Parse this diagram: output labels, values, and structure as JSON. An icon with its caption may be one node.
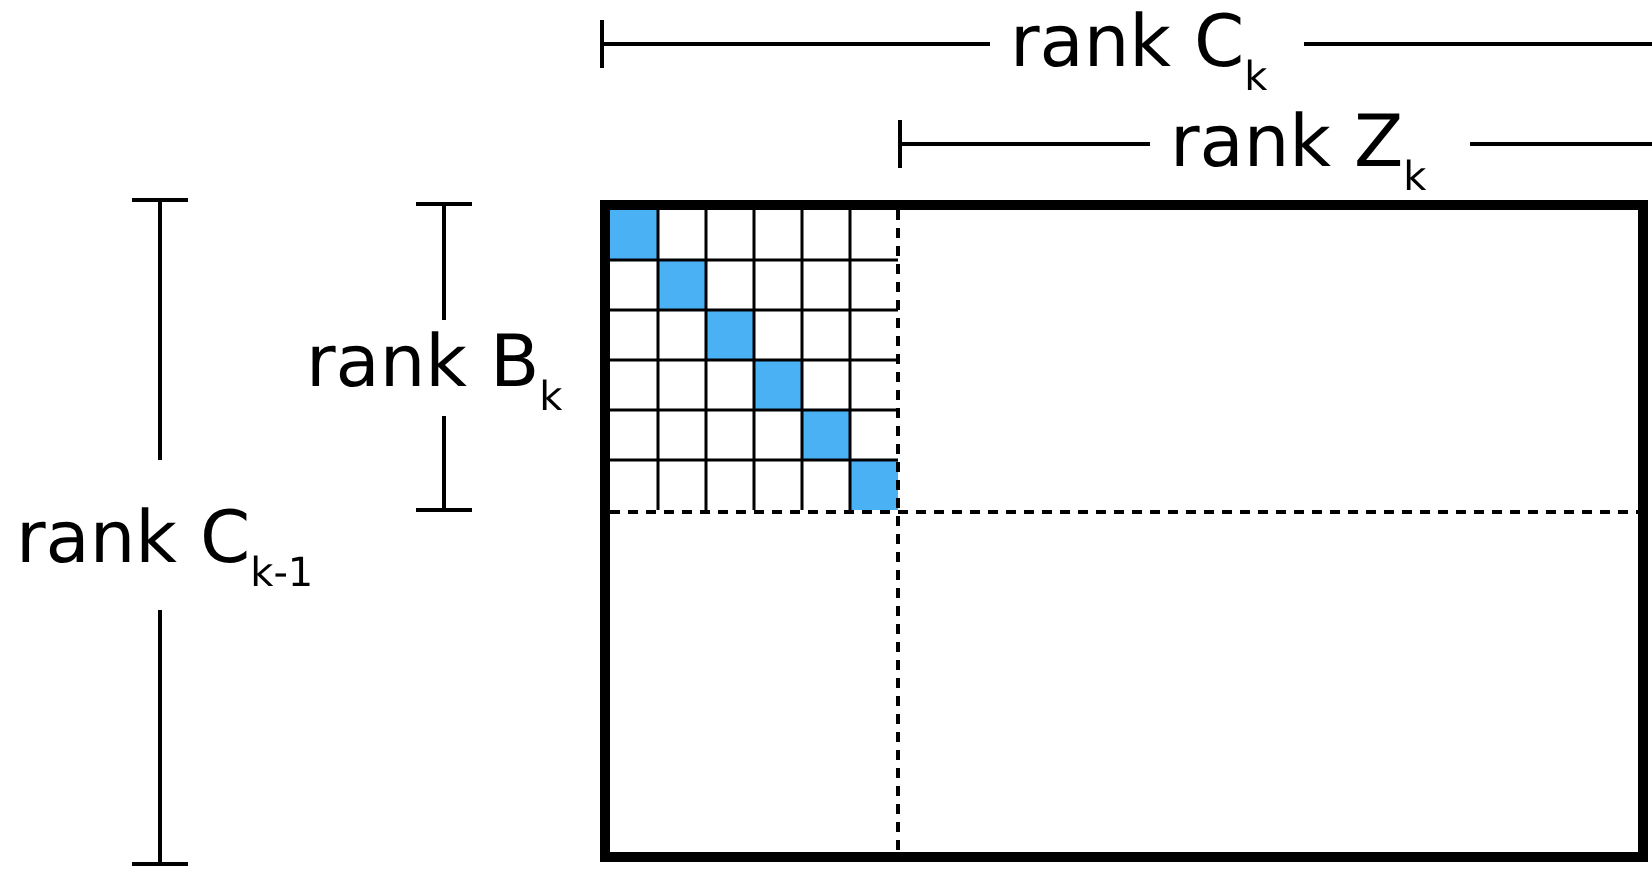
{
  "diagram": {
    "labels": [
      "rank C$_{k}$",
      "rank Z$_{k}$",
      "rank B$_{k}$",
      "rank C$_{k-1}$"
    ]
  }
}
